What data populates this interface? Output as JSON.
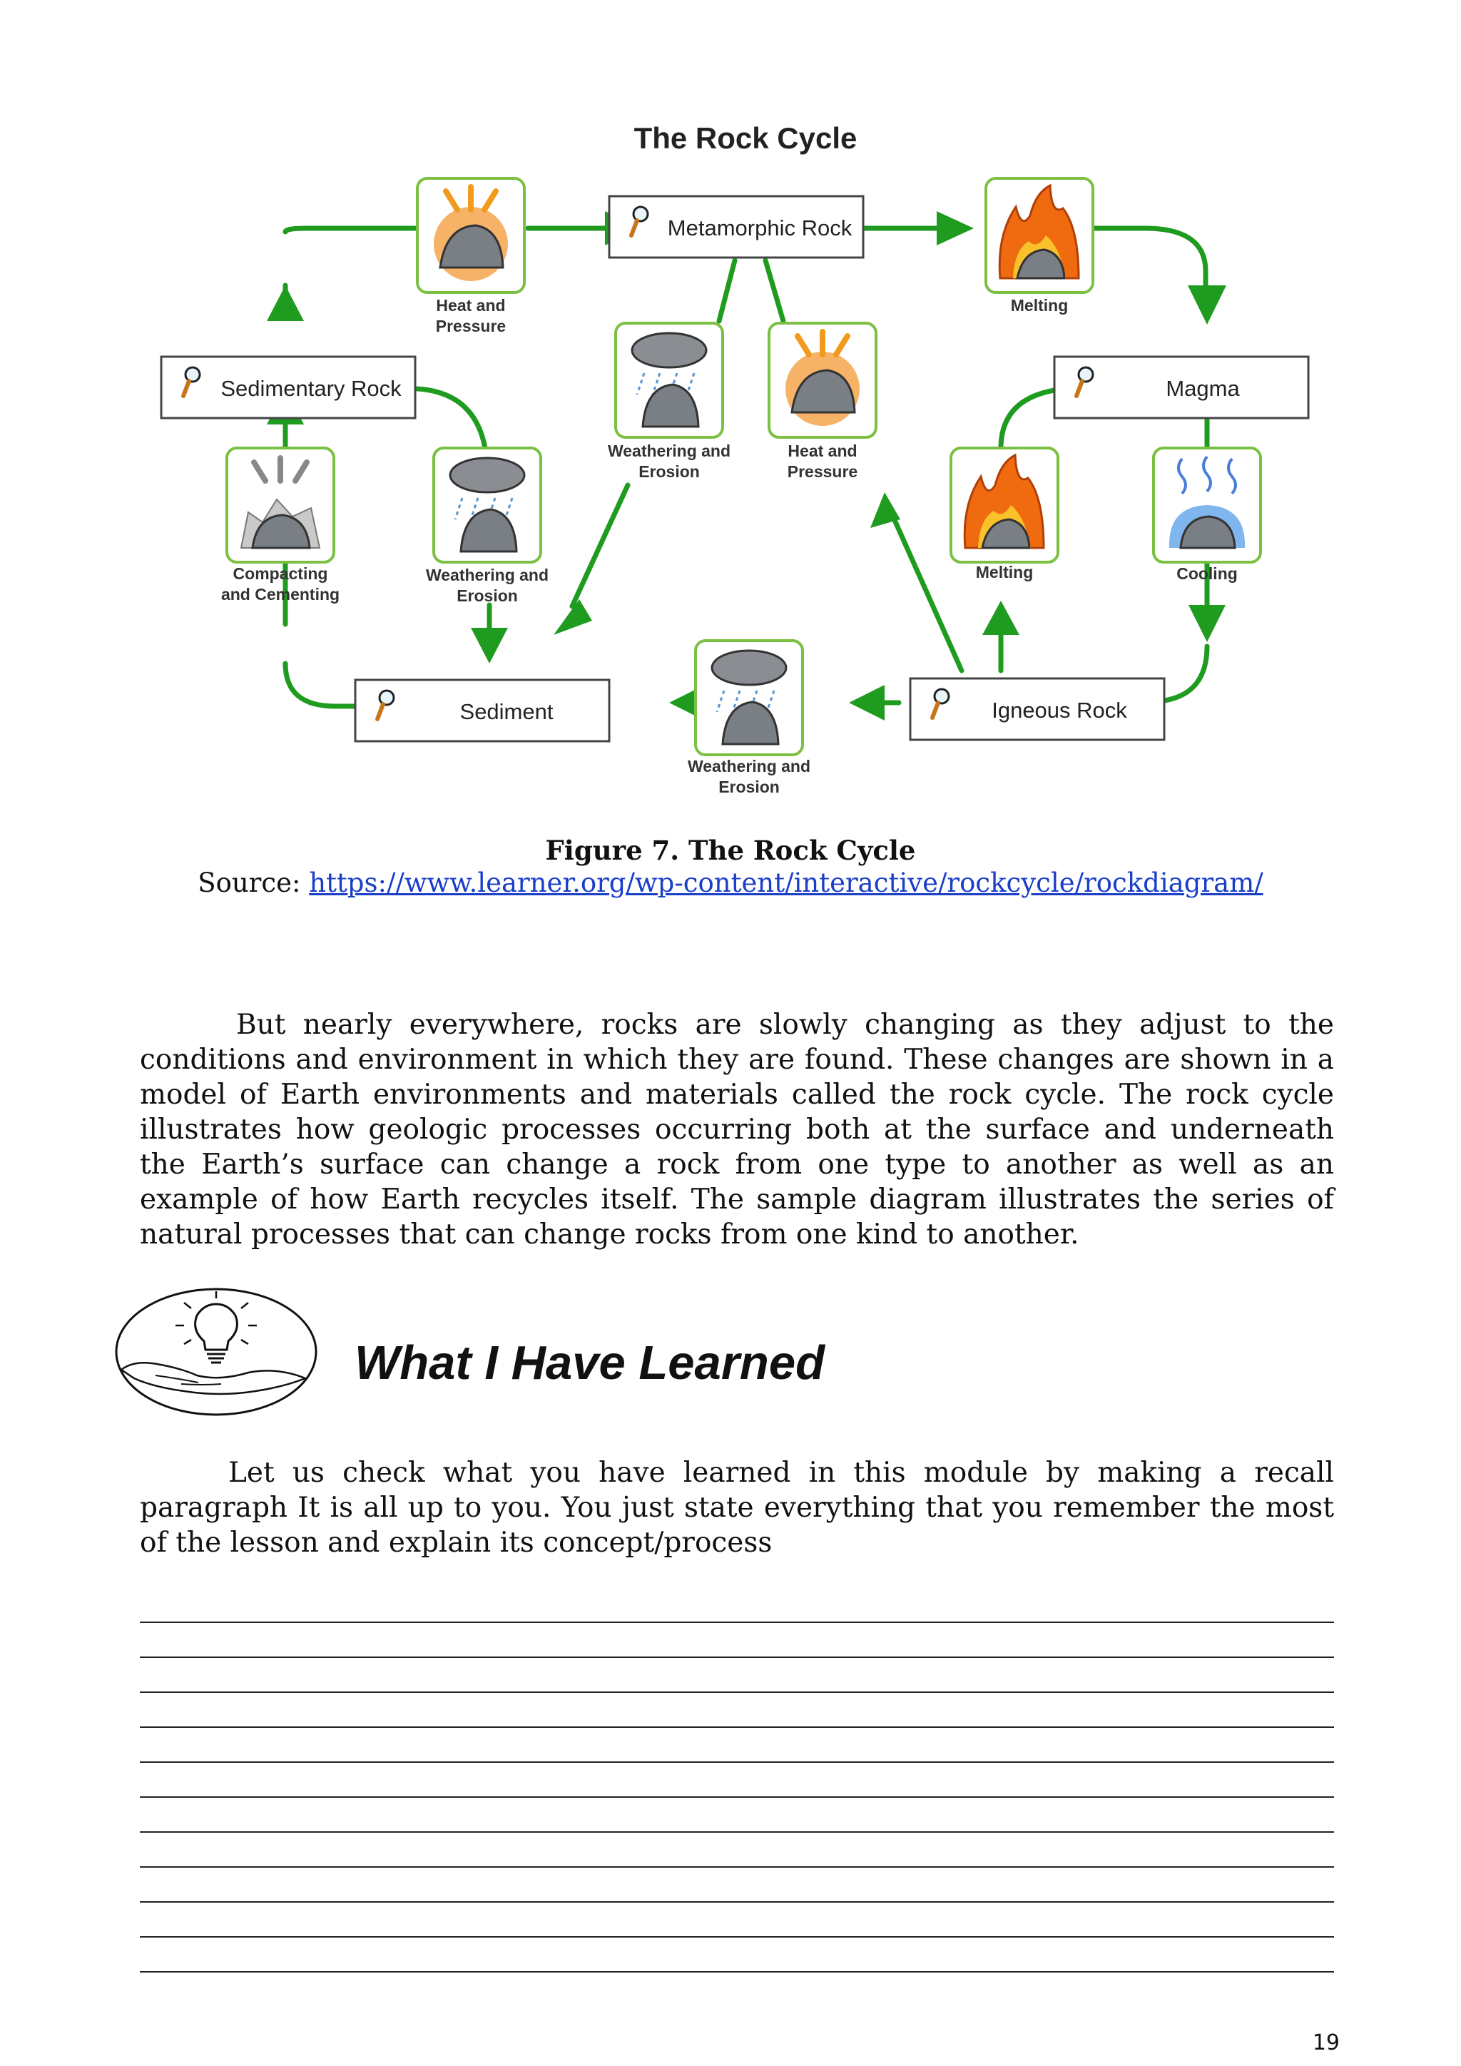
{
  "diagram": {
    "title": "The Rock Cycle",
    "nodes": {
      "metamorphic": "Metamorphic Rock",
      "sedimentary": "Sedimentary Rock",
      "magma": "Magma",
      "sediment": "Sediment",
      "igneous": "Igneous Rock"
    },
    "processes": {
      "heat_pressure_top": [
        "Heat and",
        "Pressure"
      ],
      "melting_top": [
        "Melting"
      ],
      "weathering_center": [
        "Weathering and",
        "Erosion"
      ],
      "heat_pressure_center": [
        "Heat and",
        "Pressure"
      ],
      "compacting": [
        "Compacting",
        "and Cementing"
      ],
      "weathering_left": [
        "Weathering and",
        "Erosion"
      ],
      "melting_right": [
        "Melting"
      ],
      "cooling": [
        "Cooling"
      ],
      "weathering_bottom": [
        "Weathering and",
        "Erosion"
      ]
    },
    "icons": {
      "node_icon": "magnifier-icon",
      "heat_pressure": "heat-pressure-rock-icon",
      "melting": "melting-rock-icon",
      "weathering": "weathering-rock-icon",
      "compacting": "compacting-rock-icon",
      "cooling": "cooling-rock-icon"
    },
    "colors": {
      "arrow": "#1f9b1f",
      "tile_border": "#7cc043",
      "fire": "#f06a10",
      "rock": "#7a7f86"
    }
  },
  "figure": {
    "title": "Figure 7. The Rock Cycle",
    "source_label": "Source: ",
    "source_url": "https://www.learner.org/wp-content/interactive/rockcycle/rockdiagram/"
  },
  "paragraph1": "But nearly everywhere, rocks are slowly changing as they adjust to the conditions and environment in which they are found. These changes are shown in a model of Earth environments and materials called the rock cycle. The rock cycle illustrates how geologic processes occurring both at the surface and underneath the Earth’s surface can change a rock from one type to another as well as an example of how Earth recycles itself.  The sample diagram illustrates the series of natural processes that can change rocks from one kind to another.",
  "section": {
    "title": "What I Have Learned",
    "icon": "lightbulb-hand-icon"
  },
  "paragraph2": "Let us check what you have learned in this module by making a recall paragraph It is all up to you. You just state everything that you remember the most of the lesson and explain its concept/process",
  "page_number": "19"
}
